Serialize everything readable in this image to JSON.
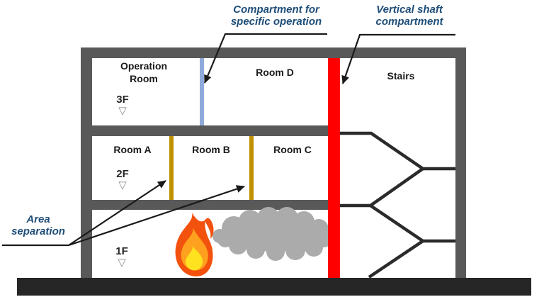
{
  "diagram": {
    "rooms": {
      "operation": "Operation\nRoom",
      "room_d": "Room D",
      "stairs": "Stairs",
      "room_a": "Room A",
      "room_b": "Room B",
      "room_c": "Room C"
    },
    "floor_markers": {
      "f3": "3F",
      "f2": "2F",
      "f1": "1F",
      "triangle_glyph": "▽"
    },
    "annotations": {
      "compartment_specific": "Compartment for\nspecific operation",
      "vertical_shaft": "Vertical shaft\ncompartment",
      "area_separation": "Area\nseparation"
    },
    "colors": {
      "wall_gray": "#595959",
      "ground_dark": "#262626",
      "stair_line": "#2b2b2b",
      "vertical_shaft_red": "#ff0000",
      "specific_compartment_blue": "#8faadc",
      "area_separation_gold": "#bf9000",
      "annotation_text_blue": "#1f4e79",
      "smoke_gray": "#ababab",
      "flame_outer": "#f3510e",
      "flame_middle": "#ffa11e",
      "flame_core": "#ffe21f"
    }
  }
}
